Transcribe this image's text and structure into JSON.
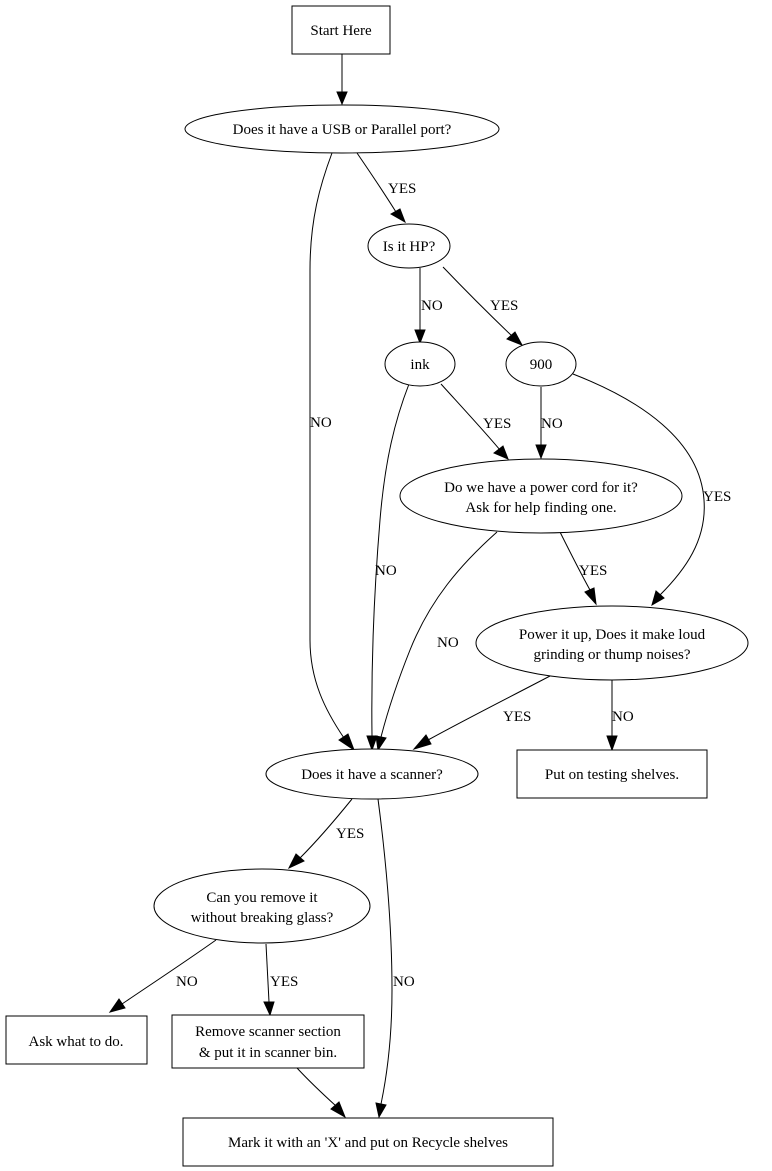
{
  "diagram": {
    "type": "flowchart",
    "nodes": {
      "start": {
        "shape": "box",
        "lines": [
          "Start Here"
        ]
      },
      "port": {
        "shape": "ellipse",
        "lines": [
          "Does it have a USB or Parallel port?"
        ]
      },
      "hp": {
        "shape": "ellipse",
        "lines": [
          "Is it HP?"
        ]
      },
      "ink": {
        "shape": "ellipse",
        "lines": [
          "ink"
        ]
      },
      "n900": {
        "shape": "ellipse",
        "lines": [
          "900"
        ]
      },
      "cord": {
        "shape": "ellipse",
        "lines": [
          "Do we have a power cord for it?",
          "Ask for help finding one."
        ]
      },
      "power": {
        "shape": "ellipse",
        "lines": [
          "Power it up, Does it make loud",
          "grinding or thump noises?"
        ]
      },
      "testing": {
        "shape": "box",
        "lines": [
          "Put on testing shelves."
        ]
      },
      "scanner": {
        "shape": "ellipse",
        "lines": [
          "Does it have a scanner?"
        ]
      },
      "remove": {
        "shape": "ellipse",
        "lines": [
          "Can you remove it",
          "without breaking glass?"
        ]
      },
      "ask": {
        "shape": "box",
        "lines": [
          "Ask what to do."
        ]
      },
      "bin": {
        "shape": "box",
        "lines": [
          "Remove scanner section",
          "& put it in scanner bin."
        ]
      },
      "recycle": {
        "shape": "box",
        "lines": [
          "Mark it with an 'X' and put on Recycle shelves"
        ]
      }
    },
    "edges": [
      {
        "from": "start",
        "to": "port",
        "label": ""
      },
      {
        "from": "port",
        "to": "hp",
        "label": "YES"
      },
      {
        "from": "port",
        "to": "scanner",
        "label": "NO"
      },
      {
        "from": "hp",
        "to": "ink",
        "label": "NO"
      },
      {
        "from": "hp",
        "to": "n900",
        "label": "YES"
      },
      {
        "from": "ink",
        "to": "cord",
        "label": "YES"
      },
      {
        "from": "ink",
        "to": "scanner",
        "label": "NO"
      },
      {
        "from": "n900",
        "to": "cord",
        "label": "NO"
      },
      {
        "from": "n900",
        "to": "power",
        "label": "YES"
      },
      {
        "from": "cord",
        "to": "power",
        "label": "YES"
      },
      {
        "from": "cord",
        "to": "scanner",
        "label": "NO"
      },
      {
        "from": "power",
        "to": "scanner",
        "label": "YES"
      },
      {
        "from": "power",
        "to": "testing",
        "label": "NO"
      },
      {
        "from": "scanner",
        "to": "remove",
        "label": "YES"
      },
      {
        "from": "scanner",
        "to": "recycle",
        "label": "NO"
      },
      {
        "from": "remove",
        "to": "ask",
        "label": "NO"
      },
      {
        "from": "remove",
        "to": "bin",
        "label": "YES"
      },
      {
        "from": "bin",
        "to": "recycle",
        "label": ""
      }
    ]
  }
}
